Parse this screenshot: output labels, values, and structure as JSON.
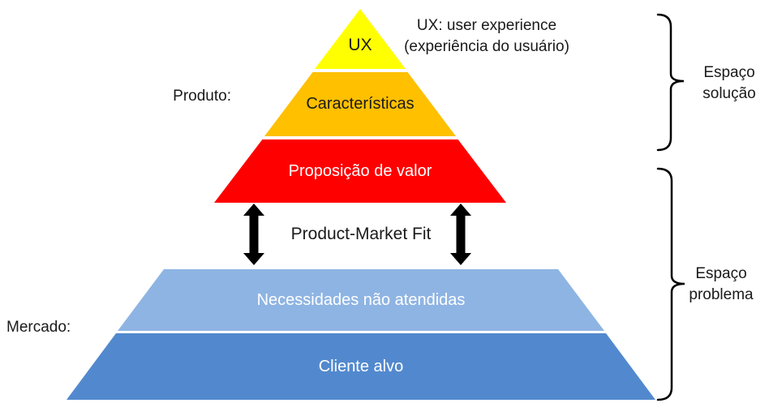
{
  "colors": {
    "background": "#FFFFFF",
    "ux": "#FFFF00",
    "features": "#FFC000",
    "value_proposition": "#FF0000",
    "unmet_needs": "#8EB4E3",
    "target_customer": "#5289CE",
    "arrow": "#000000",
    "brace": "#000000"
  },
  "product": {
    "section_label": "Produto:",
    "layers": {
      "ux": "UX",
      "features": "Características",
      "value_proposition": "Proposição de valor"
    }
  },
  "market": {
    "section_label": "Mercado:",
    "layers": {
      "unmet_needs": "Necessidades não atendidas",
      "target_customer": "Cliente alvo"
    }
  },
  "fit": {
    "label": "Product-Market Fit"
  },
  "annotations": {
    "ux_note": {
      "line1": "UX: user experience",
      "line2": "(experiência do usuário)"
    },
    "solution_space": {
      "line1": "Espaço",
      "line2": "solução"
    },
    "problem_space": {
      "line1": "Espaço",
      "line2": "problema"
    }
  }
}
